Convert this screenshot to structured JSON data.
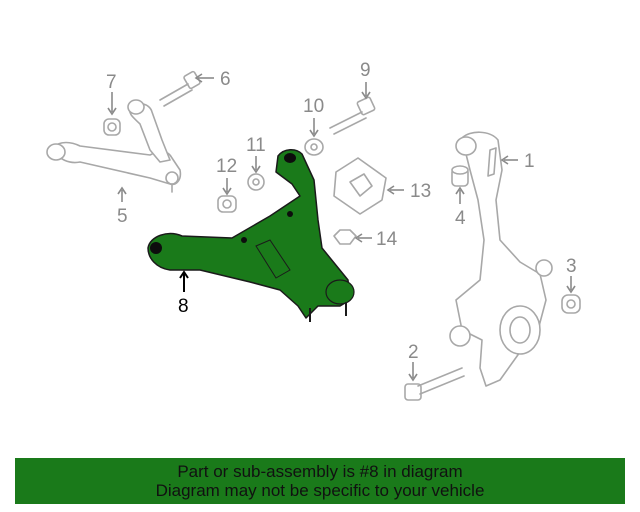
{
  "callouts": {
    "c1": "1",
    "c2": "2",
    "c3": "3",
    "c4": "4",
    "c5": "5",
    "c6": "6",
    "c7": "7",
    "c8": "8",
    "c9": "9",
    "c10": "10",
    "c11": "11",
    "c12": "12",
    "c13": "13",
    "c14": "14"
  },
  "highlight_part": "8",
  "colors": {
    "highlight": "#1a7a1a",
    "outline": "#a8a8a8",
    "banner": "#1a7a1a"
  },
  "banner": {
    "line1": "Part or sub-assembly is #8 in diagram",
    "line2": "Diagram may not be specific to your vehicle"
  }
}
